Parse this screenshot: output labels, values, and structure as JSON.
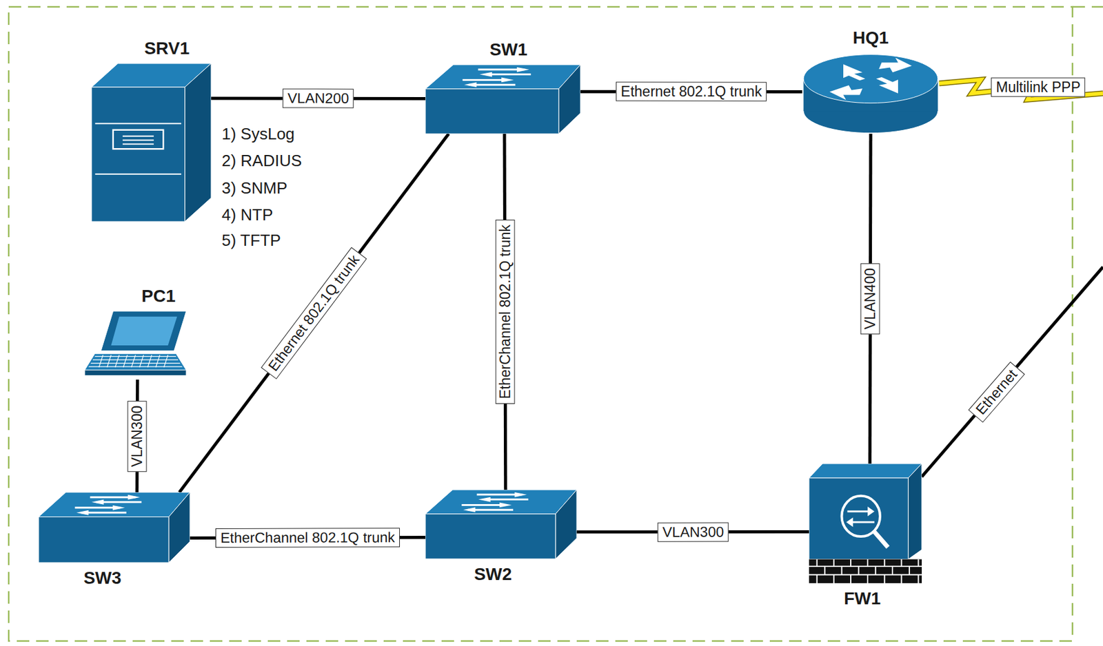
{
  "diagram": {
    "nodes": [
      {
        "text": [
          "SRV1"
        ]
      },
      {
        "text": [
          "SW1"
        ]
      },
      {
        "text": [
          "HQ1"
        ]
      },
      {
        "text": [
          "PC1"
        ]
      },
      {
        "text": [
          "SW3"
        ]
      },
      {
        "text": [
          "SW2"
        ]
      },
      {
        "text": [
          "FW1"
        ]
      }
    ],
    "edges": [
      {
        "from": 0,
        "to": 1,
        "arrow": "none",
        "label": "VLAN200"
      },
      {
        "from": 1,
        "to": 2,
        "arrow": "none",
        "label": "Ethernet 802.1Q trunk"
      },
      {
        "from": 1,
        "to": 4,
        "arrow": "none",
        "label": "Ethernet 802.1Q trunk"
      },
      {
        "from": 1,
        "to": 5,
        "arrow": "none",
        "label": "EtherChannel 802.1Q trunk"
      },
      {
        "from": 2,
        "to": 6,
        "arrow": "none",
        "label": "VLAN400"
      },
      {
        "from": 3,
        "to": 4,
        "arrow": "none",
        "label": "VLAN300"
      },
      {
        "from": 4,
        "to": 5,
        "arrow": "none",
        "label": "EtherChannel 802.1Q trunk"
      },
      {
        "from": 5,
        "to": 6,
        "arrow": "none",
        "label": "VLAN300"
      }
    ],
    "labels": [
      "1) SysLog",
      "2) RADIUS",
      "3) SNMP",
      "4) NTP",
      "5) TFTP",
      "Multilink PPP",
      "Ethernet"
    ]
  }
}
